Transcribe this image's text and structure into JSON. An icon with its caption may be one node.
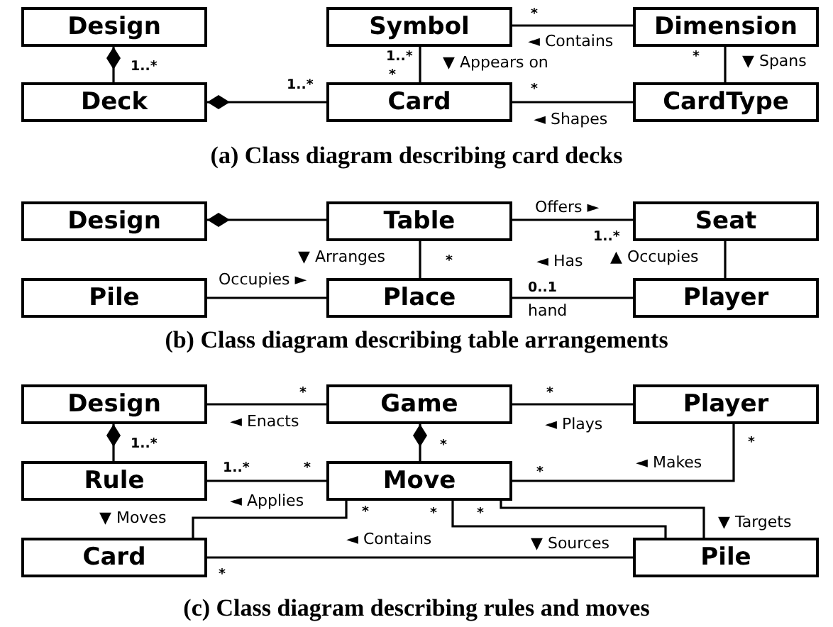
{
  "diagram": {
    "nodes": [
      {
        "text": [
          "Design"
        ]
      },
      {
        "text": [
          "Symbol"
        ]
      },
      {
        "text": [
          "Dimension"
        ]
      },
      {
        "text": [
          "Deck"
        ]
      },
      {
        "text": [
          "Card"
        ]
      },
      {
        "text": [
          "CardType"
        ]
      },
      {
        "text": [
          "Design"
        ]
      },
      {
        "text": [
          "Table"
        ]
      },
      {
        "text": [
          "Seat"
        ]
      },
      {
        "text": [
          "Pile"
        ]
      },
      {
        "text": [
          "Place"
        ]
      },
      {
        "text": [
          "Player"
        ]
      },
      {
        "text": [
          "Design"
        ]
      },
      {
        "text": [
          "Game"
        ]
      },
      {
        "text": [
          "Player"
        ]
      },
      {
        "text": [
          "Rule"
        ]
      },
      {
        "text": [
          "Move"
        ]
      },
      {
        "text": [
          "Card"
        ]
      },
      {
        "text": [
          "Pile"
        ]
      }
    ],
    "edges": [
      {
        "from": 0,
        "to": 3,
        "arrow": "other"
      },
      {
        "from": 3,
        "to": 4,
        "arrow": "other"
      },
      {
        "from": 1,
        "to": 2,
        "arrow": "none",
        "label": "◄ Contains"
      },
      {
        "from": 1,
        "to": 4,
        "arrow": "none",
        "label": "▼ Appears on"
      },
      {
        "from": 2,
        "to": 5,
        "arrow": "none",
        "label": "▼ Spans"
      },
      {
        "from": 4,
        "to": 5,
        "arrow": "none",
        "label": "◄ Shapes"
      },
      {
        "from": 6,
        "to": 7,
        "arrow": "other"
      },
      {
        "from": 7,
        "to": 8,
        "arrow": "none",
        "label": "Offers ►"
      },
      {
        "from": 7,
        "to": 10,
        "arrow": "none",
        "label": "▼ Arranges"
      },
      {
        "from": 8,
        "to": 11,
        "arrow": "none",
        "label": "▲ Occupies"
      },
      {
        "from": 9,
        "to": 10,
        "arrow": "none",
        "label": "Occupies ►"
      },
      {
        "from": 10,
        "to": 11,
        "arrow": "none",
        "label": "◄ Has"
      },
      {
        "from": 12,
        "to": 13,
        "arrow": "none",
        "label": "◄ Enacts"
      },
      {
        "from": 13,
        "to": 14,
        "arrow": "none",
        "label": "◄ Plays"
      },
      {
        "from": 12,
        "to": 15,
        "arrow": "other"
      },
      {
        "from": 13,
        "to": 16,
        "arrow": "other"
      },
      {
        "from": 15,
        "to": 16,
        "arrow": "none",
        "label": "◄ Applies"
      },
      {
        "from": 14,
        "to": 16,
        "arrow": "none",
        "label": "◄ Makes"
      },
      {
        "from": 16,
        "to": 17,
        "arrow": "none",
        "label": "▼ Moves"
      },
      {
        "from": 17,
        "to": 18,
        "arrow": "none",
        "label": "◄ Contains"
      },
      {
        "from": 16,
        "to": 18,
        "arrow": "none",
        "label": "▼ Sources"
      },
      {
        "from": 16,
        "to": 18,
        "arrow": "none",
        "label": "▼ Targets"
      }
    ],
    "labels": [
      "*",
      "1..*",
      "*",
      "1..*",
      "*",
      "1..*",
      "*",
      "(a) Class diagram describing card decks",
      "1..*",
      "*",
      "0..1",
      "hand",
      "(b) Class diagram describing table arrangements",
      "*",
      "*",
      "1..*",
      "*",
      "*",
      "1..*",
      "*",
      "*",
      "*",
      "*",
      "*",
      "*",
      "(c) Class diagram describing rules and moves"
    ]
  }
}
